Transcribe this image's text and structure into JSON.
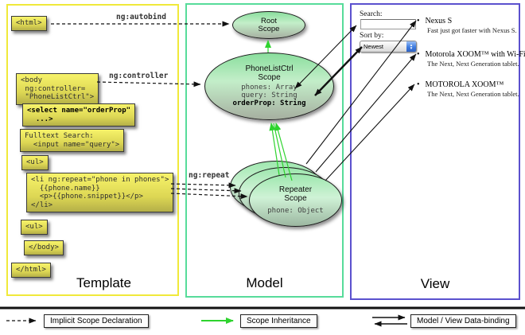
{
  "columns": {
    "template": {
      "title": "Template"
    },
    "model": {
      "title": "Model"
    },
    "view": {
      "title": "View"
    }
  },
  "template_boxes": {
    "html_open": "<html>",
    "body_open": "<body\n ng:controller=\n \"PhoneListCtrl\">",
    "select": "<select name=\"orderProp\"\n  ...>",
    "fulltext": "Fulltext Search:\n  <input name=\"query\">",
    "ul_open": "<ul>",
    "li": "<li ng:repeat=\"phone in phones\">\n  {{phone.name}}\n  <p>{{phone.snippet}}</p>\n</li>",
    "ul_close": "<ul>",
    "body_close": "</body>",
    "html_close": "</html>"
  },
  "arrow_labels": {
    "autobind": "ng:autobind",
    "controller": "ng:controller",
    "repeat": "ng:repeat"
  },
  "scopes": {
    "root": {
      "title": "Root\nScope"
    },
    "phone_list_ctrl": {
      "title": "PhoneListCtrl\nScope",
      "props": "phones: Array\nquery: String",
      "bold_prop": "orderProp: String"
    },
    "repeater": {
      "title": "Repeater\nScope",
      "prop": "phone: Object"
    }
  },
  "view": {
    "search_label": "Search:",
    "search_value": "",
    "sort_label": "Sort by:",
    "sort_value": "Newest",
    "items": [
      {
        "name": "Nexus S",
        "desc": "Fast just got faster with Nexus S."
      },
      {
        "name": "Motorola XOOM™ with Wi-Fi",
        "desc": "The Next, Next Generation tablet."
      },
      {
        "name": "MOTOROLA XOOM™",
        "desc": "The Next, Next Generation tablet."
      }
    ]
  },
  "legend": {
    "implicit": "Implicit Scope Declaration",
    "inheritance": "Scope Inheritance",
    "databinding": "Model / View Data-binding"
  },
  "icons": {
    "bullet": "•"
  },
  "colors": {
    "template_border": "#f0e93a",
    "model_border": "#57dc9a",
    "view_border": "#5b51ce",
    "arrow_green": "#2ed32e",
    "scope_fill_top": "#8ade9d",
    "box_yellow": "#f7f36a"
  }
}
